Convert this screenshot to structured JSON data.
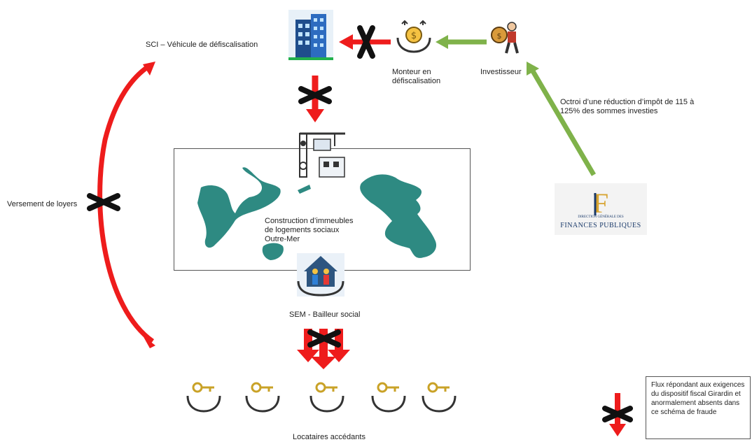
{
  "labels": {
    "sci": "SCI – Véhicule de défiscalisation",
    "monteur": "Monteur en défiscalisation",
    "investisseur": "Investisseur",
    "octroi": "Octroi d’une réduction d’impôt de 115 à 125% des sommes investies",
    "versement": "Versement de loyers",
    "construction": "Construction d’immeubles de logements sociaux Outre-Mer",
    "sem": "SEM - Bailleur social",
    "locataires": "Locataires accédants",
    "legend": "Flux répondant aux exigences du dispositif fiscal Girardin et anormalement absents dans ce schéma de fraude",
    "dgfip_small": "DIRECTION GÉNÉRALE DES",
    "dgfip_big": "FINANCES PUBLIQUES"
  },
  "colors": {
    "red_flow": "#ee1c1c",
    "green_flow": "#7fb24a",
    "cross": "#111111",
    "island": "#2e8a82"
  },
  "icons": {
    "sci": "office-building-icon",
    "monteur": "hands-coin-icon",
    "investisseur": "man-money-bag-icon",
    "construction": "construction-crane-icon",
    "sem": "family-house-hands-icon",
    "locataire": "hands-key-icon",
    "dgfip": "finances-publiques-logo"
  }
}
